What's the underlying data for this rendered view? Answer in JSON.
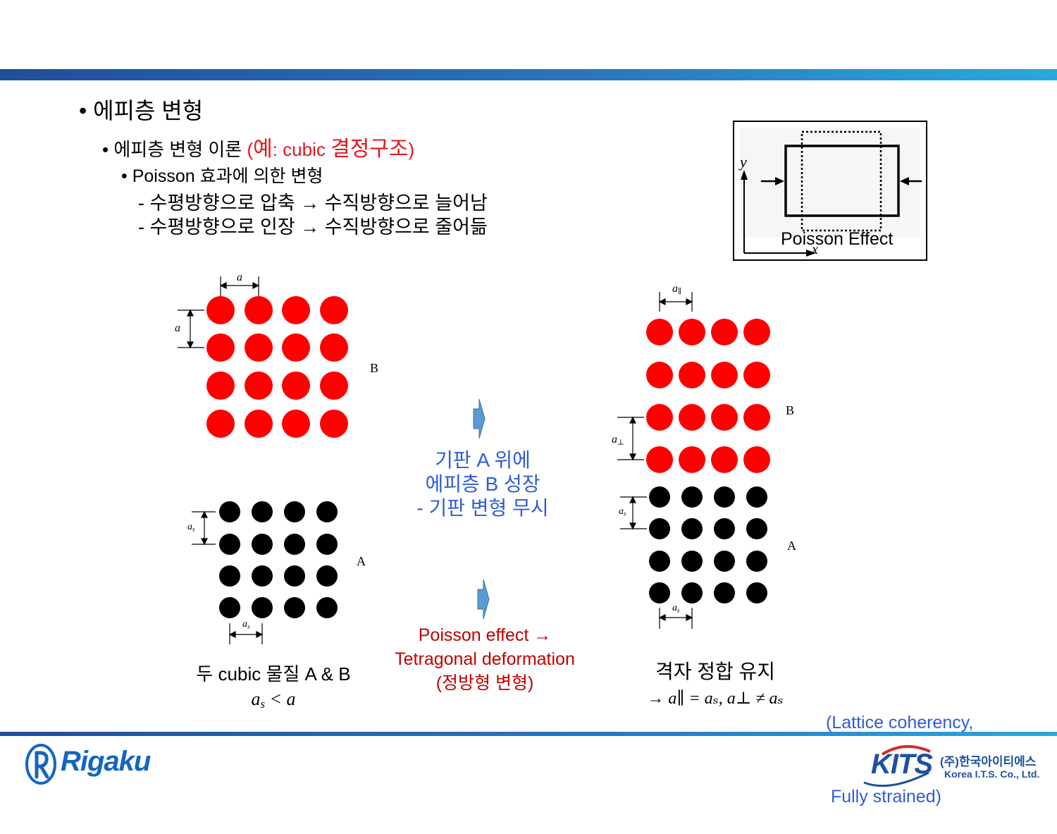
{
  "slide": {
    "bullet1": "에피층 변형",
    "bullet2_main": "에피층 변형 이론 ",
    "bullet2_paren_open": "(",
    "bullet2_example_ko": "예",
    "bullet2_example_rest": ": cubic ",
    "bullet2_example_tail": "결정구조",
    "bullet2_paren_close": ")",
    "bullet3": "Poisson 효과에 의한 변형",
    "line4": "- 수평방향으로 압축 → 수직방향으로 늘어남",
    "line5": "- 수평방향으로 인장 → 수직방향으로 줄어듦"
  },
  "poisson_figure": {
    "label": "Poisson Effect",
    "y_axis": "y",
    "x_axis": "x"
  },
  "lattice_left": {
    "top_label_a_horizontal": "a",
    "top_label_a_vertical": "a",
    "layer_b": "B",
    "bottom_label_as_vertical": "a",
    "bottom_label_as_vertical_sub": "s",
    "bottom_label_as_horizontal": "a",
    "bottom_label_as_horizontal_sub": "s",
    "layer_a": "A",
    "caption_line1": "두 cubic 물질 A & B",
    "caption_line2_a": "a",
    "caption_line2_sub": "s",
    "caption_line2_rest": " < a"
  },
  "middle": {
    "growth_line1": "기판 A 위에",
    "growth_line2": "에피층 B 성장",
    "growth_line3": "- 기판 변형 무시",
    "poisson_line1": "Poisson effect →",
    "poisson_line2": "Tetragonal deformation",
    "poisson_line3": "(정방형 변형)"
  },
  "lattice_right": {
    "label_a_parallel": "a",
    "label_a_parallel_sub": "∥",
    "label_a_perp": "a",
    "label_a_perp_sub": "⊥",
    "label_as": "a",
    "label_as_sub": "s",
    "label_as_bottom": "a",
    "label_as_bottom_sub": "s",
    "layer_b": "B",
    "layer_a": "A",
    "caption_line1": "격자 정합 유지",
    "caption_line2": "→ a∥ = aₛ, a⊥ ≠ aₛ",
    "note_line1": "(Lattice coherency,",
    "note_line2": " Fully strained)"
  },
  "footer": {
    "left_logo": "Rigaku",
    "right_logo_main": "KITS",
    "right_logo_ko": "(주)한국아이티에스",
    "right_logo_en": "Korea I.T.S. Co., Ltd."
  },
  "colors": {
    "bar_dark": "#1f4e9c",
    "bar_light": "#29a8e0",
    "red_atom": "#ff0000",
    "black_atom": "#000000",
    "blue_text": "#2f5bd8",
    "dark_red_text": "#c00000",
    "arrow_blue": "#5b9bd5"
  }
}
